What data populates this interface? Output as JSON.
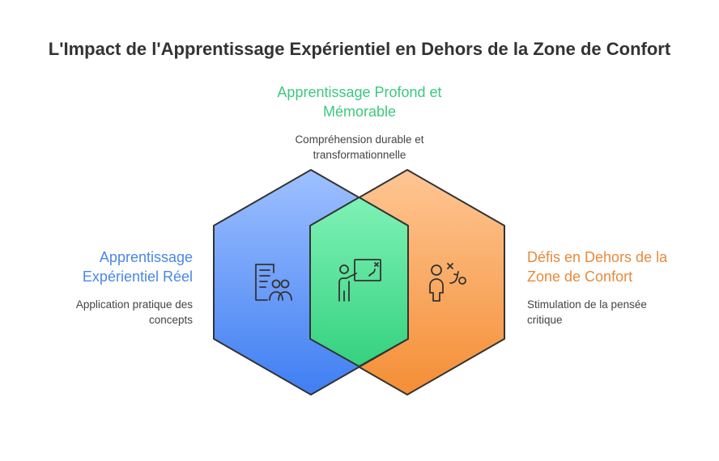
{
  "title": "L'Impact de l'Apprentissage Expérientiel en Dehors de la Zone de Confort",
  "top": {
    "heading": "Apprentissage Profond et\nMémorable",
    "description": "Compréhension durable et\ntransformationnelle"
  },
  "left": {
    "heading": "Apprentissage\nExpérientiel Réel",
    "description": "Application pratique des\nconcepts"
  },
  "right": {
    "heading": "Défis en Dehors de la\nZone de Confort",
    "description": "Stimulation de la pensée\ncritique"
  },
  "icons": {
    "left": "document-people-icon",
    "center": "presentation-teacher-icon",
    "right": "strategy-person-icon"
  },
  "colors": {
    "blue": "#4a86e8",
    "green": "#3cc87f",
    "orange": "#f0944a",
    "outline": "#333333"
  }
}
